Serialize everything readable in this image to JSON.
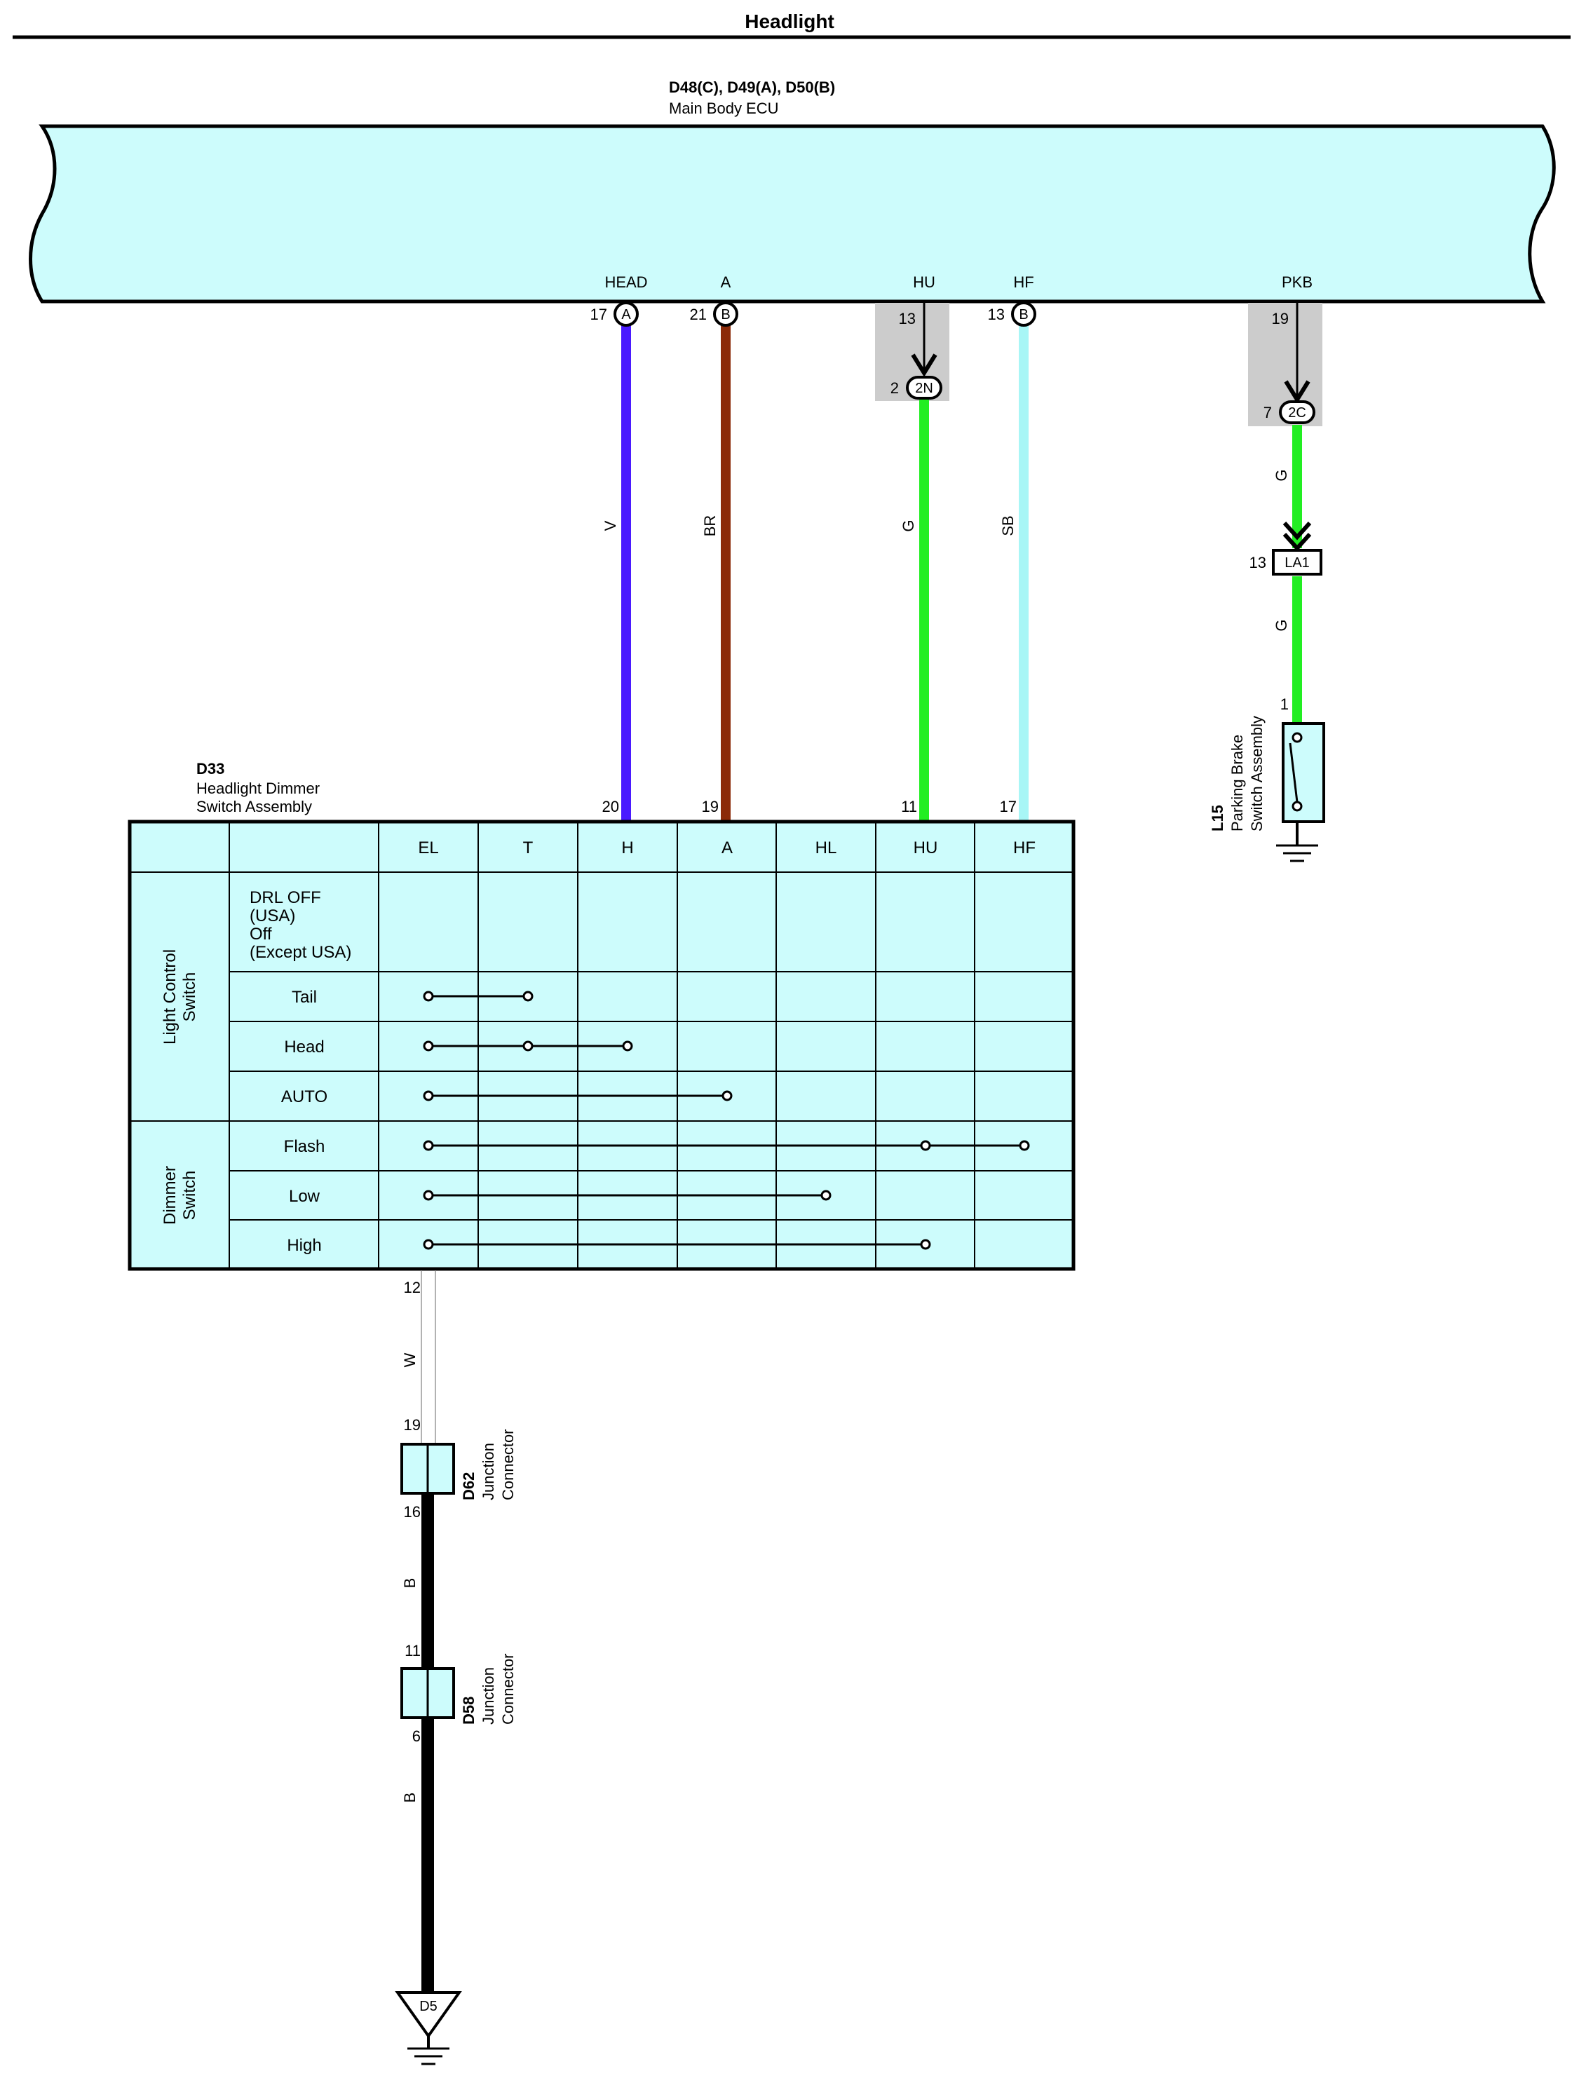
{
  "title": "Headlight",
  "ecu": {
    "ref": "D48(C), D49(A), D50(B)",
    "name": "Main Body ECU"
  },
  "colors": {
    "ecu_fill": "#cdfcfc",
    "V": "#4a1aff",
    "BR": "#8b2a08",
    "G": "#22ee22",
    "SB": "#a8f6f6",
    "W": "#bbbbbb",
    "B": "#000000",
    "shade": "#cccccc"
  },
  "ecu_terminals": [
    {
      "name": "HEAD",
      "pin": "17",
      "conn": "A"
    },
    {
      "name": "A",
      "pin": "21",
      "conn": "B"
    },
    {
      "name": "HU",
      "pin": "13",
      "conn": ""
    },
    {
      "name": "HF",
      "pin": "13",
      "conn": "B"
    },
    {
      "name": "PKB",
      "pin": "19",
      "conn": ""
    }
  ],
  "inline_connectors": [
    {
      "id": "2N",
      "pin": "2"
    },
    {
      "id": "2C",
      "pin": "7"
    },
    {
      "id": "LA1",
      "pin": "13"
    }
  ],
  "wire_colors": [
    "V",
    "BR",
    "G",
    "SB",
    "G",
    "G",
    "W",
    "B",
    "B"
  ],
  "switch": {
    "ref": "D33",
    "name_line1": "Headlight Dimmer",
    "name_line2": "Switch Assembly",
    "pins": [
      "20",
      "19",
      "11",
      "17"
    ],
    "bottom_pin": "12",
    "columns": [
      "EL",
      "T",
      "H",
      "A",
      "HL",
      "HU",
      "HF"
    ],
    "group1_line1": "Light Control",
    "group1_line2": "Switch",
    "group2_line1": "Dimmer",
    "group2_line2": "Switch",
    "row0_lines": [
      "DRL OFF",
      "(USA)",
      "Off",
      "(Except USA)"
    ],
    "rows": [
      "Tail",
      "Head",
      "AUTO",
      "Flash",
      "Low",
      "High"
    ]
  },
  "parking_brake": {
    "ref": "L15",
    "name_line1": "Parking Brake",
    "name_line2": "Switch Assembly",
    "pin": "1"
  },
  "junctions": [
    {
      "ref": "D62",
      "line1": "Junction",
      "line2": "Connector",
      "pin_top": "19",
      "pin_bottom": "16"
    },
    {
      "ref": "D58",
      "line1": "Junction",
      "line2": "Connector",
      "pin_top": "11",
      "pin_bottom": "6"
    }
  ],
  "ground": {
    "id": "D5"
  }
}
